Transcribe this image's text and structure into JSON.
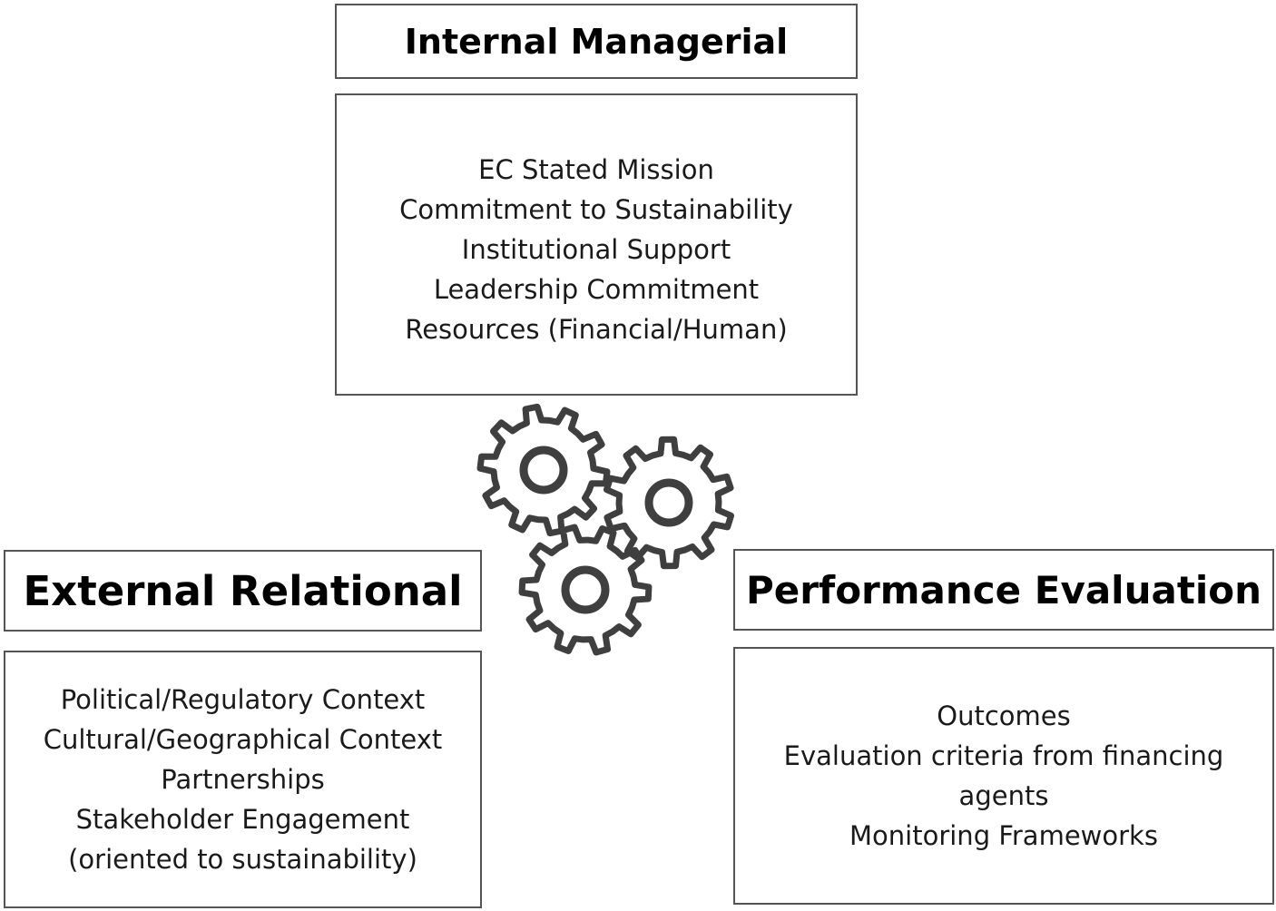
{
  "internal": {
    "title": "Internal Managerial",
    "items": [
      "EC Stated Mission",
      "Commitment to Sustainability",
      "Institutional Support",
      "Leadership Commitment",
      "Resources (Financial/Human)"
    ]
  },
  "external": {
    "title": "External Relational",
    "items": [
      "Political/Regulatory Context",
      "Cultural/Geographical Context",
      "Partnerships",
      "Stakeholder Engagement",
      "(oriented to sustainability)"
    ]
  },
  "performance": {
    "title": "Performance Evaluation",
    "items": [
      "Outcomes",
      "Evaluation criteria from financing",
      "agents",
      "Monitoring Frameworks"
    ]
  },
  "gears": {
    "icon": "gears-icon",
    "color": "#3f3f3f"
  }
}
